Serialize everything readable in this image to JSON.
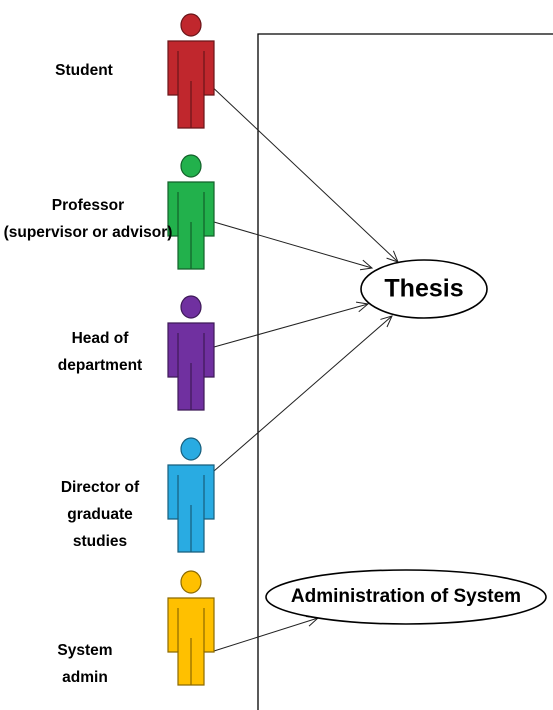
{
  "actors": [
    {
      "id": "student",
      "lines": [
        "Student"
      ],
      "color": "#c0272d"
    },
    {
      "id": "professor",
      "lines": [
        "Professor",
        "(supervisor or advisor)"
      ],
      "color": "#22b14c"
    },
    {
      "id": "head",
      "lines": [
        "Head of",
        "department"
      ],
      "color": "#7030a0"
    },
    {
      "id": "director",
      "lines": [
        "Director of",
        "graduate",
        "studies"
      ],
      "color": "#29abe2"
    },
    {
      "id": "sysadmin",
      "lines": [
        "System",
        "admin"
      ],
      "color": "#ffc000"
    }
  ],
  "use_cases": [
    {
      "id": "thesis",
      "label": "Thesis"
    },
    {
      "id": "admin",
      "label": "Administration of System"
    }
  ],
  "associations": [
    {
      "from": "student",
      "to": "thesis"
    },
    {
      "from": "professor",
      "to": "thesis"
    },
    {
      "from": "head",
      "to": "thesis"
    },
    {
      "from": "director",
      "to": "thesis"
    },
    {
      "from": "sysadmin",
      "to": "admin"
    }
  ]
}
